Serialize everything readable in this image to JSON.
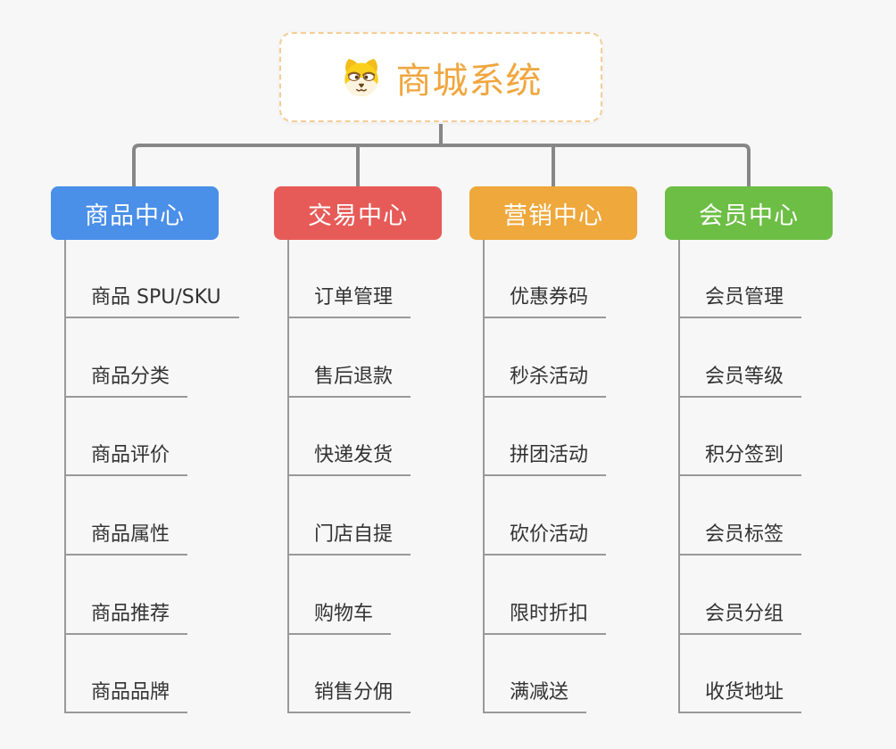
{
  "root": {
    "title": "商城系统",
    "icon": "dog-face-icon",
    "text_color": "#F0A63E",
    "border_color": "#F4CD96"
  },
  "branches": [
    {
      "label": "商品中心",
      "color": "#4A8FE8",
      "children": [
        "商品 SPU/SKU",
        "商品分类",
        "商品评价",
        "商品属性",
        "商品推荐",
        "商品品牌"
      ]
    },
    {
      "label": "交易中心",
      "color": "#E65B58",
      "children": [
        "订单管理",
        "售后退款",
        "快递发货",
        "门店自提",
        "购物车",
        "销售分佣"
      ]
    },
    {
      "label": "营销中心",
      "color": "#EEA83C",
      "children": [
        "优惠券码",
        "秒杀活动",
        "拼团活动",
        "砍价活动",
        "限时折扣",
        "满减送"
      ]
    },
    {
      "label": "会员中心",
      "color": "#6DBE45",
      "children": [
        "会员管理",
        "会员等级",
        "积分签到",
        "会员标签",
        "会员分组",
        "收货地址"
      ]
    }
  ],
  "colors": {
    "background": "#F7F7F7",
    "connector": "#878787",
    "leaf_line": "#999999",
    "leaf_text": "#333333"
  }
}
